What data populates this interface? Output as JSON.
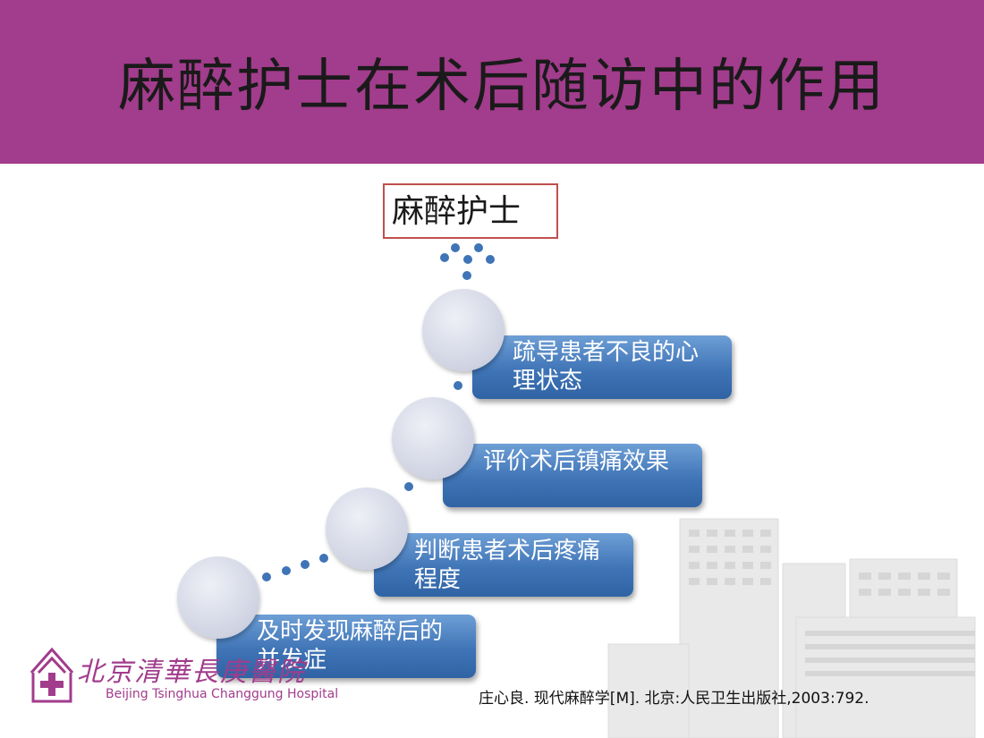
{
  "slide": {
    "title": "麻醉护士在术后随访中的作用",
    "root_label": "麻醉护士",
    "citation": "庄心良. 现代麻醉学[M]. 北京:人民卫生出版社,2003:792."
  },
  "steps": [
    {
      "label": "疏导患者不良的心理状态"
    },
    {
      "label": "评价术后镇痛效果"
    },
    {
      "label": "判断患者术后疼痛程度"
    },
    {
      "label": "及时发现麻醉后的并发症"
    }
  ],
  "logo": {
    "name_cn": "北京清華長庚醫院",
    "name_en": "Beijing Tsinghua Changgung Hospital"
  },
  "colors": {
    "header": "#a23c8c",
    "step_blue": "#3f74b6",
    "root_border": "#c0504d",
    "dot": "#3f74b6"
  }
}
